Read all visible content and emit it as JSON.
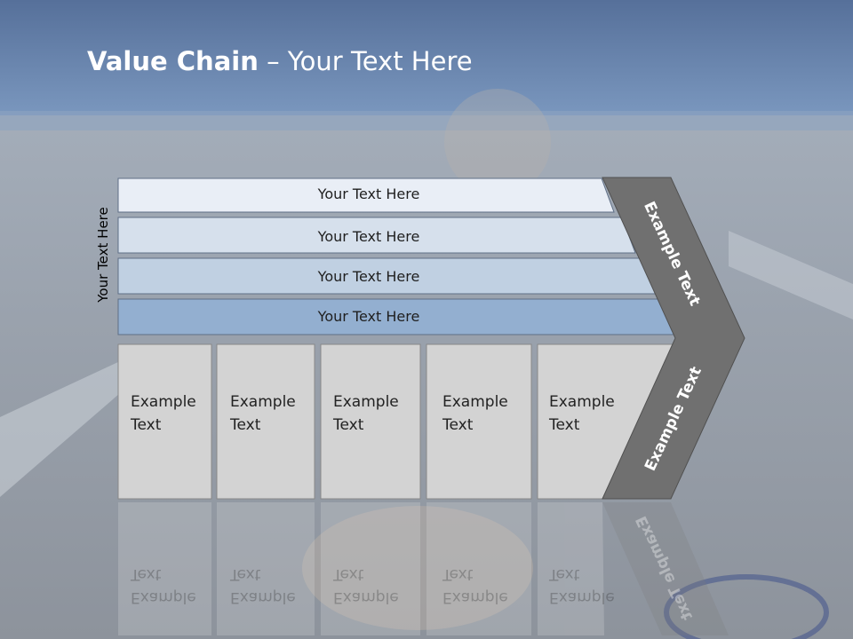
{
  "slide": {
    "title_bold": "Value Chain",
    "title_rest": " – Your Text Here",
    "side_label": "Your Text Here",
    "bars": [
      {
        "label": "Your Text Here",
        "color": "#e9eef6"
      },
      {
        "label": "Your Text Here",
        "color": "#d6e0ec"
      },
      {
        "label": "Your Text Here",
        "color": "#c0d0e2"
      },
      {
        "label": "Your Text Here",
        "color": "#93afd0"
      }
    ],
    "boxes": [
      {
        "line1": "Example",
        "line2": "Text"
      },
      {
        "line1": "Example",
        "line2": "Text"
      },
      {
        "line1": "Example",
        "line2": "Text"
      },
      {
        "line1": "Example",
        "line2": "Text"
      },
      {
        "line1": "Example",
        "line2": "Text"
      }
    ],
    "chevron_top_label": "Example Text",
    "chevron_bottom_label": "Example Text",
    "colors": {
      "header_blue": "#6f8db4",
      "box_gray": "#d3d3d3",
      "chevron_gray": "#707070"
    }
  }
}
